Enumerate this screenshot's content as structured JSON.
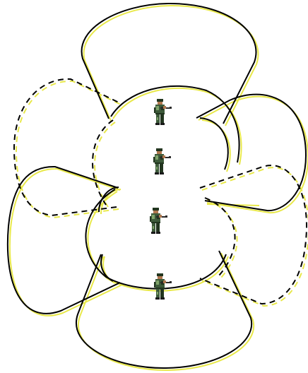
{
  "scene": {
    "background": "#ffffff",
    "stroke_color": "#000000",
    "shadow_color": "#e8e84a",
    "units": [
      {
        "name": "soldier-1",
        "icon": "soldier-sprite-icon",
        "facing": "right"
      },
      {
        "name": "soldier-2",
        "icon": "soldier-sprite-icon",
        "facing": "right"
      },
      {
        "name": "soldier-3",
        "icon": "soldier-sprite-icon",
        "facing": "right"
      },
      {
        "name": "soldier-4",
        "icon": "soldier-sprite-icon",
        "facing": "right"
      }
    ],
    "unit_colors": {
      "uniform": "#3d5a3a",
      "uniform_dark": "#22351f",
      "skin": "#b07850",
      "weapon": "#2a2a2a",
      "highlight": "#7fa36a"
    }
  }
}
